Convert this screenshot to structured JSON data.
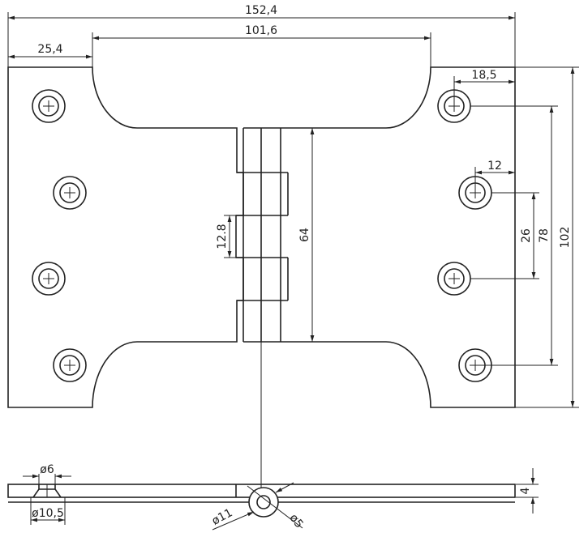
{
  "title": "Hinge technical drawing",
  "dimensions": {
    "overall_width": "152,4",
    "cutout_width": "101,6",
    "edge_to_cutout": "25,4",
    "hole_offset_outer": "18,5",
    "hole_offset_inner": "12",
    "hole_spacing_inner": "26",
    "hole_spacing_outer": "78",
    "overall_height": "102",
    "knuckle_length": "64",
    "knuckle_segment": "12.8",
    "countersink_small": "ø6",
    "countersink_large": "ø10,5",
    "knuckle_outer_dia": "ø11",
    "pin_dia": "ø5",
    "thickness": "4"
  },
  "colors": {
    "line": "#222222",
    "background": "#ffffff"
  }
}
